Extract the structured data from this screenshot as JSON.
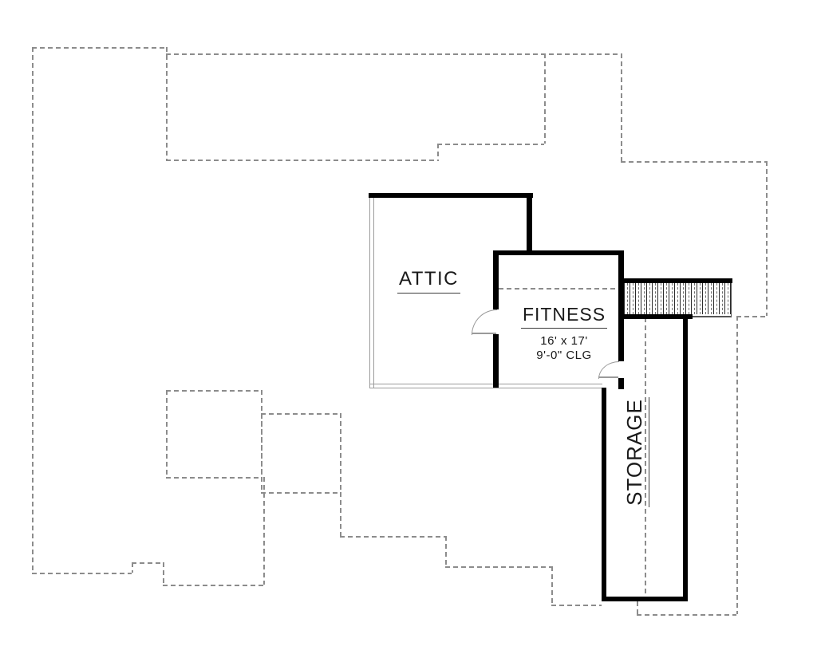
{
  "plan": {
    "rooms": {
      "attic": {
        "label": "ATTIC"
      },
      "fitness": {
        "label": "FITNESS",
        "size": "16' x 17'",
        "ceiling": "9'-0\" CLG"
      },
      "storage": {
        "label": "STORAGE"
      }
    },
    "stairs": {
      "tread_count": 19
    },
    "colors": {
      "wall": "#000000",
      "roof_outline_dash": "#8c8c8c",
      "eave_thin": "#9c9c9c",
      "text": "#1a1a1a"
    }
  }
}
